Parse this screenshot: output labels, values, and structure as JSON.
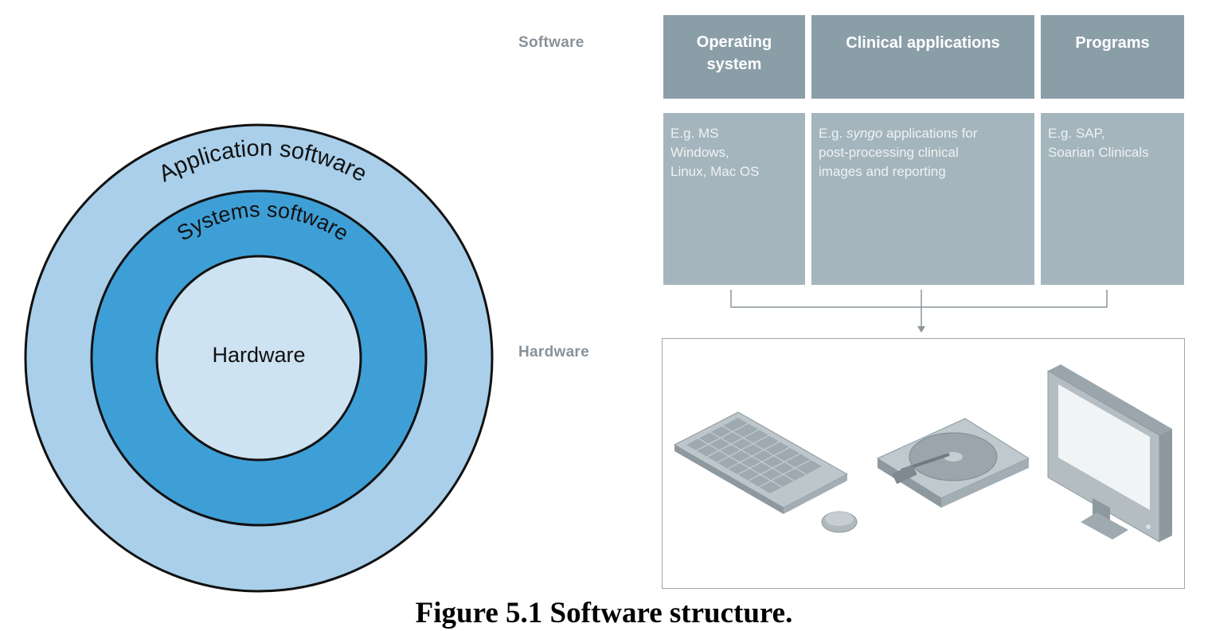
{
  "circles": {
    "outer_label": "Application software",
    "middle_label": "Systems software",
    "inner_label": "Hardware",
    "colors": {
      "outer": "#a9cfea",
      "middle": "#3e9fd6",
      "inner": "#cde3f2",
      "stroke": "#111111"
    }
  },
  "side_labels": {
    "software": "Software",
    "hardware": "Hardware"
  },
  "columns": [
    {
      "title_line1": "Operating",
      "title_line2": "system",
      "desc_lines": [
        "E.g. MS",
        "Windows,",
        "Linux, Mac OS"
      ]
    },
    {
      "title_line1": "Clinical applications",
      "title_line2": "",
      "desc_prefix": "E.g. ",
      "desc_italic": "syngo",
      "desc_rest": " applications for",
      "desc_lines": [
        "post-processing clinical",
        "images and reporting"
      ]
    },
    {
      "title_line1": "Programs",
      "title_line2": "",
      "desc_lines": [
        "E.g. SAP,",
        "Soarian Clinicals"
      ]
    }
  ],
  "hardware_items": [
    "keyboard-icon",
    "mouse-icon",
    "hard-disk-icon",
    "monitor-icon"
  ],
  "caption": "Figure 5.1 Software structure."
}
